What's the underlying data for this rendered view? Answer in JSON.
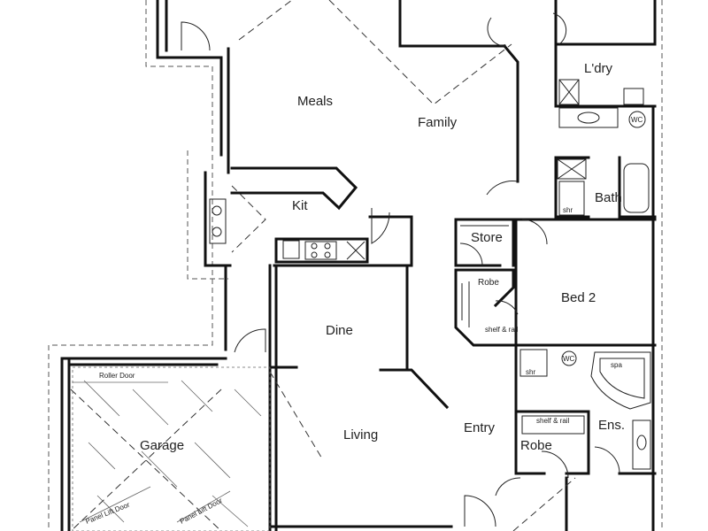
{
  "rooms": {
    "meals": "Meals",
    "family": "Family",
    "kitchen": "Kit",
    "laundry": "L'dry",
    "bath": "Bath",
    "store": "Store",
    "robe_bed2": "Robe",
    "bed2": "Bed 2",
    "dine": "Dine",
    "living": "Living",
    "entry": "Entry",
    "garage": "Garage",
    "robe_ens": "Robe",
    "ensuite": "Ens."
  },
  "fixtures": {
    "wc_upper": "WC",
    "wc_lower": "WC",
    "shower_upper": "shr",
    "shower_lower": "shr",
    "spa": "spa",
    "shelf_and_rail_upper": "shelf & rail",
    "shelf_and_rail_lower": "shelf & rail",
    "roller_door_top": "Roller Door",
    "roller_door_bottom_left": "Panel Lift Door",
    "roller_door_bottom_right": "Panel Lift Door"
  }
}
